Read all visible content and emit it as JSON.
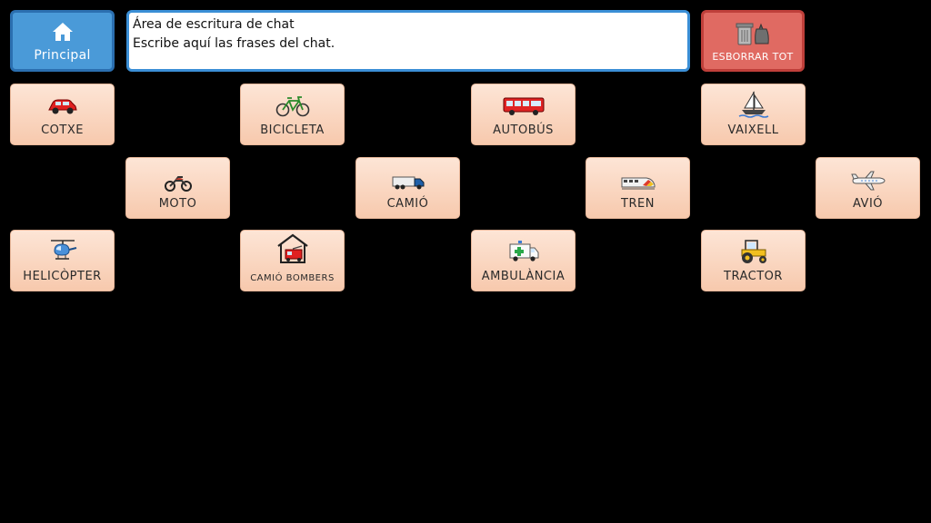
{
  "header": {
    "home_label": "Principal",
    "clear_label": "ESBORRAR TOT",
    "chat_line1": "Área de escritura de chat",
    "chat_line2": "Escribe aquí las frases del chat."
  },
  "tiles": [
    {
      "label": "COTXE",
      "icon": "car-icon"
    },
    {
      "label": "BICICLETA",
      "icon": "bicycle-icon"
    },
    {
      "label": "AUTOBÚS",
      "icon": "bus-icon"
    },
    {
      "label": "VAIXELL",
      "icon": "sailboat-icon"
    },
    {
      "label": "MOTO",
      "icon": "motorcycle-icon"
    },
    {
      "label": "CAMIÓ",
      "icon": "truck-icon"
    },
    {
      "label": "TREN",
      "icon": "train-icon"
    },
    {
      "label": "AVIÓ",
      "icon": "airplane-icon"
    },
    {
      "label": "HELICÒPTER",
      "icon": "helicopter-icon"
    },
    {
      "label": "CAMIÓ BOMBERS",
      "icon": "fire-truck-icon"
    },
    {
      "label": "AMBULÀNCIA",
      "icon": "ambulance-icon"
    },
    {
      "label": "TRACTOR",
      "icon": "tractor-icon"
    }
  ],
  "colors": {
    "background": "#000000",
    "home_button": "#4a9ad8",
    "clear_button": "#e06a62",
    "tile": "#fbd8c3",
    "chat_border": "#3b8fd6"
  }
}
